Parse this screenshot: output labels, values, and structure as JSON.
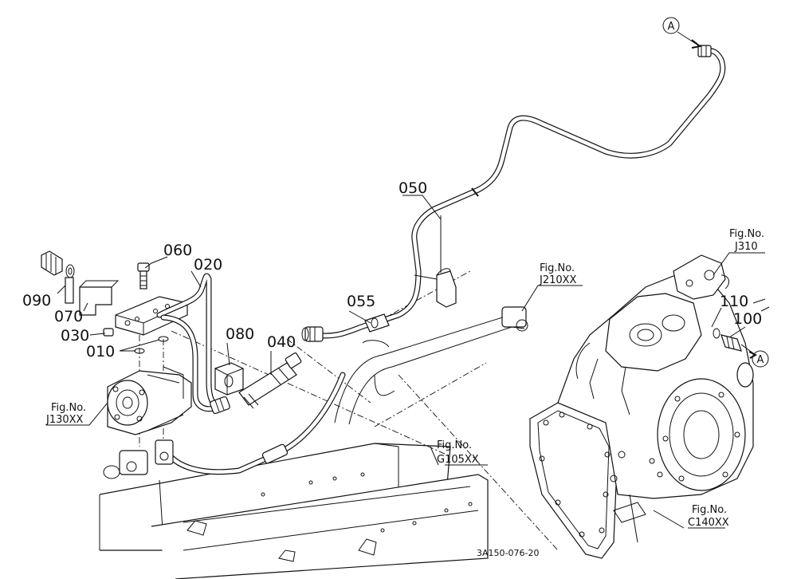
{
  "parts": [
    {
      "id": "p050",
      "num": "050"
    },
    {
      "id": "p060",
      "num": "060"
    },
    {
      "id": "p020",
      "num": "020"
    },
    {
      "id": "p090",
      "num": "090"
    },
    {
      "id": "p070",
      "num": "070"
    },
    {
      "id": "p030",
      "num": "030"
    },
    {
      "id": "p010",
      "num": "010"
    },
    {
      "id": "p055",
      "num": "055"
    },
    {
      "id": "p080",
      "num": "080"
    },
    {
      "id": "p040",
      "num": "040"
    },
    {
      "id": "p110",
      "num": "110"
    },
    {
      "id": "p100",
      "num": "100"
    }
  ],
  "fig_refs": [
    {
      "id": "f-j310",
      "line1": "Fig.No.",
      "line2": "J310"
    },
    {
      "id": "f-j210",
      "line1": "Fig.No.",
      "line2": "J210XX"
    },
    {
      "id": "f-j130",
      "line1": "Fig.No.",
      "line2": "J130XX"
    },
    {
      "id": "f-g105",
      "line1": "Fig.No.",
      "line2": "G105XX"
    },
    {
      "id": "f-c140",
      "line1": "Fig.No.",
      "line2": "C140XX"
    }
  ],
  "connection_marks": [
    "A",
    "A"
  ],
  "drawing_code": "3A150-076-20"
}
